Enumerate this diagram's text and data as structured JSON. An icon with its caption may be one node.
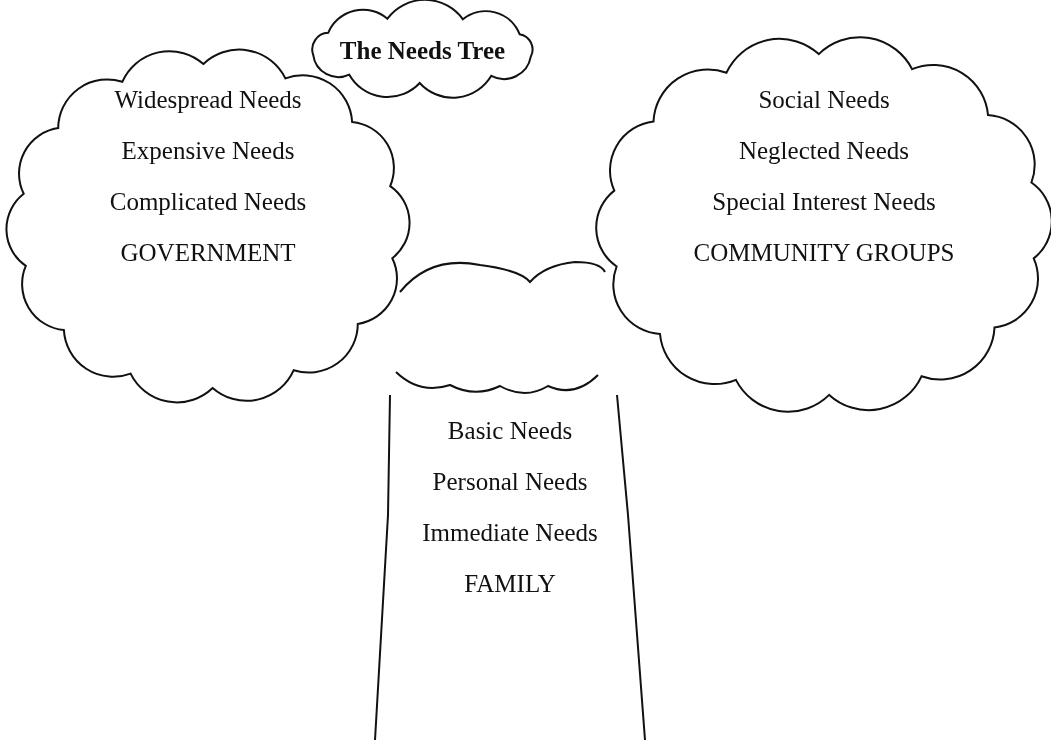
{
  "diagram": {
    "nodes": [
      {
        "text": [
          "The Needs Tree"
        ]
      },
      {
        "text": [
          "Widespread Needs",
          "Expensive Needs",
          "Complicated Needs",
          "GOVERNMENT"
        ]
      },
      {
        "text": [
          "Social Needs",
          "Neglected Needs",
          "Special Interest Needs",
          "COMMUNITY GROUPS"
        ]
      },
      {
        "text": [
          "Basic Needs",
          "Personal Needs",
          "Immediate Needs",
          "FAMILY"
        ]
      }
    ],
    "edges": []
  }
}
